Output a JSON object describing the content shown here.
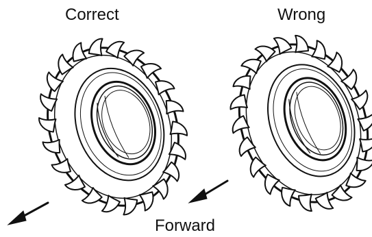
{
  "labels": {
    "correct": "Correct",
    "wrong": "Wrong",
    "forward": "Forward"
  },
  "colors": {
    "ink": "#111111",
    "paper": "#ffffff"
  },
  "icons": [
    "tire-icon",
    "forward-arrow-icon"
  ]
}
